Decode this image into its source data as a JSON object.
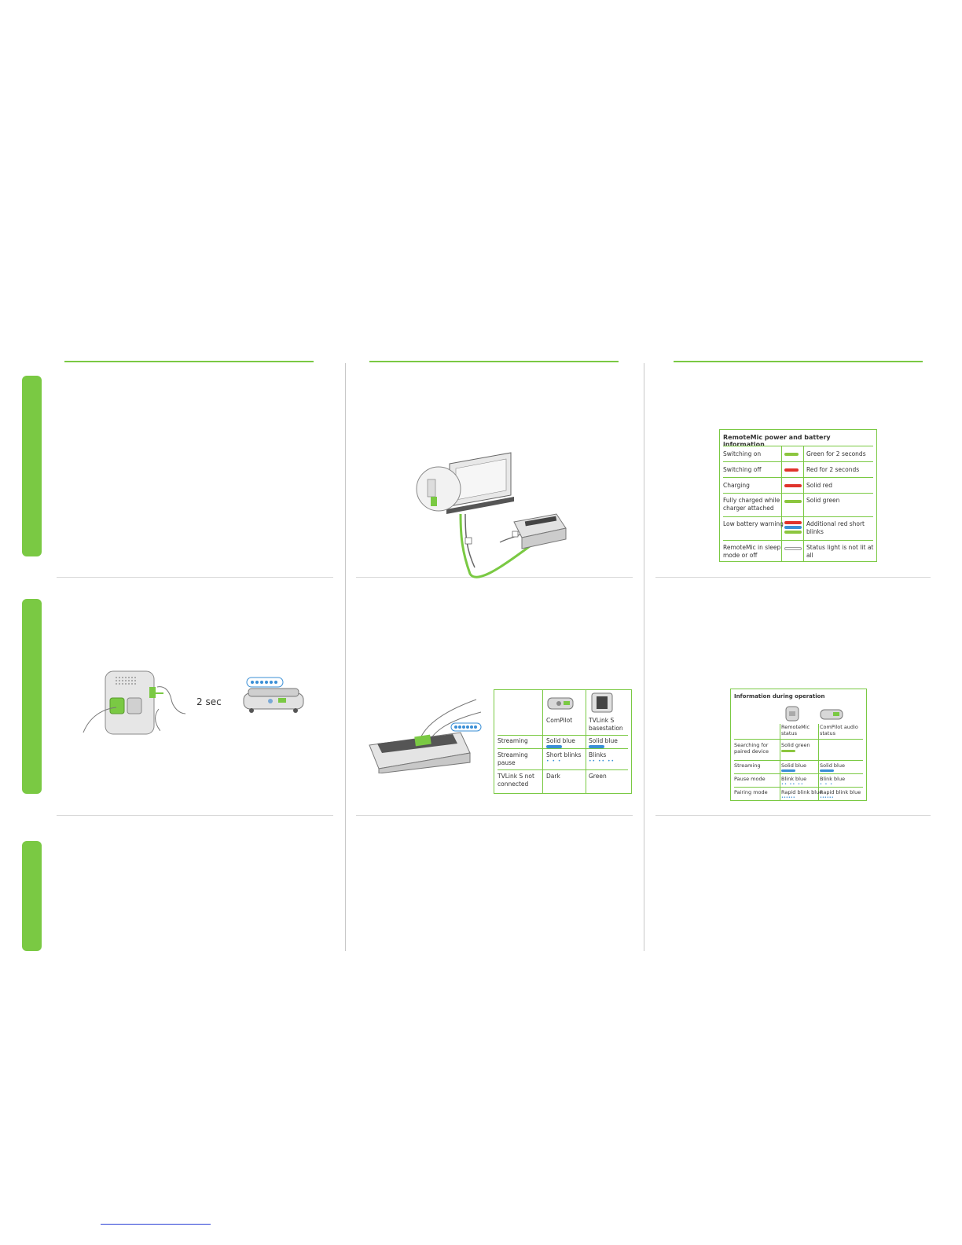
{
  "illustration_1": {
    "duration_label": "2 sec"
  },
  "remotemic_power_table": {
    "title": "RemoteMic power and battery information",
    "rows": [
      {
        "state": "Switching on",
        "indicator": "Green for 2 seconds"
      },
      {
        "state": "Switching off",
        "indicator": "Red for 2 seconds"
      },
      {
        "state": "Charging",
        "indicator": "Solid red"
      },
      {
        "state": "Fully charged while charger attached",
        "indicator": "Solid green"
      },
      {
        "state": "Low battery warning",
        "indicator": "Additional red short blinks"
      },
      {
        "state": "RemoteMic in sleep mode or off",
        "indicator": "Status light is not lit at all"
      }
    ]
  },
  "tvlink_table": {
    "columns": [
      "ComPilot",
      "TVLink S basestation"
    ],
    "rows": [
      {
        "state": "Streaming",
        "compilot": "Solid blue",
        "tvlink": "Solid blue"
      },
      {
        "state": "Streaming pause",
        "compilot": "Short blinks",
        "tvlink": "Blinks"
      },
      {
        "state": "TVLink S not connected",
        "compilot": "Dark",
        "tvlink": "Green"
      }
    ]
  },
  "operation_table": {
    "title": "Information during operation",
    "columns": [
      "RemoteMic status",
      "ComPilot audio status"
    ],
    "rows": [
      {
        "state": "Searching for paired device",
        "remotemic": "Solid green",
        "compilot": ""
      },
      {
        "state": "Streaming",
        "remotemic": "Solid blue",
        "compilot": "Solid blue"
      },
      {
        "state": "Pause mode",
        "remotemic": "Blink blue",
        "compilot": "Blink blue"
      },
      {
        "state": "Pairing mode",
        "remotemic": "Rapid blink blue",
        "compilot": "Rapid blink blue"
      }
    ]
  },
  "colors": {
    "accent": "#7ac943",
    "led_blue": "#3a8fd6",
    "led_red": "#e0342b",
    "led_green": "#8cc63f"
  }
}
